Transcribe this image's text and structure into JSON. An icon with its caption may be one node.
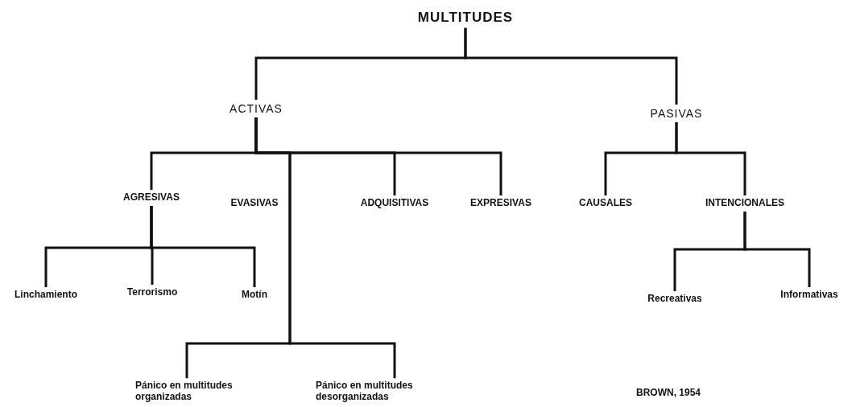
{
  "diagram": {
    "nodes": [
      {
        "text": [
          "MULTITUDES"
        ]
      },
      {
        "text": [
          "ACTIVAS"
        ]
      },
      {
        "text": [
          "PASIVAS"
        ]
      },
      {
        "text": [
          "AGRESIVAS"
        ]
      },
      {
        "text": [
          "EVASIVAS"
        ]
      },
      {
        "text": [
          "ADQUISITIVAS"
        ]
      },
      {
        "text": [
          "EXPRESIVAS"
        ]
      },
      {
        "text": [
          "CAUSALES"
        ]
      },
      {
        "text": [
          "INTENCIONALES"
        ]
      },
      {
        "text": [
          "Linchamiento"
        ]
      },
      {
        "text": [
          "Terrorismo"
        ]
      },
      {
        "text": [
          "Motín"
        ]
      },
      {
        "text": [
          "Recreativas"
        ]
      },
      {
        "text": [
          "Informativas"
        ]
      },
      {
        "text": [
          "Pánico en multitudes organizadas"
        ]
      },
      {
        "text": [
          "Pánico en multitudes desorganizadas"
        ]
      }
    ],
    "edges": [
      {
        "from": 0,
        "to": 1,
        "arrow": "none"
      },
      {
        "from": 0,
        "to": 2,
        "arrow": "none"
      },
      {
        "from": 1,
        "to": 3,
        "arrow": "none"
      },
      {
        "from": 1,
        "to": 5,
        "arrow": "none"
      },
      {
        "from": 1,
        "to": 6,
        "arrow": "none"
      },
      {
        "from": 1,
        "to": 14,
        "arrow": "none"
      },
      {
        "from": 1,
        "to": 15,
        "arrow": "none"
      },
      {
        "from": 2,
        "to": 7,
        "arrow": "none"
      },
      {
        "from": 2,
        "to": 8,
        "arrow": "none"
      },
      {
        "from": 3,
        "to": 9,
        "arrow": "none"
      },
      {
        "from": 3,
        "to": 10,
        "arrow": "none"
      },
      {
        "from": 3,
        "to": 11,
        "arrow": "none"
      },
      {
        "from": 8,
        "to": 12,
        "arrow": "none"
      },
      {
        "from": 8,
        "to": 13,
        "arrow": "none"
      }
    ],
    "labels": [
      "BROWN, 1954"
    ]
  }
}
